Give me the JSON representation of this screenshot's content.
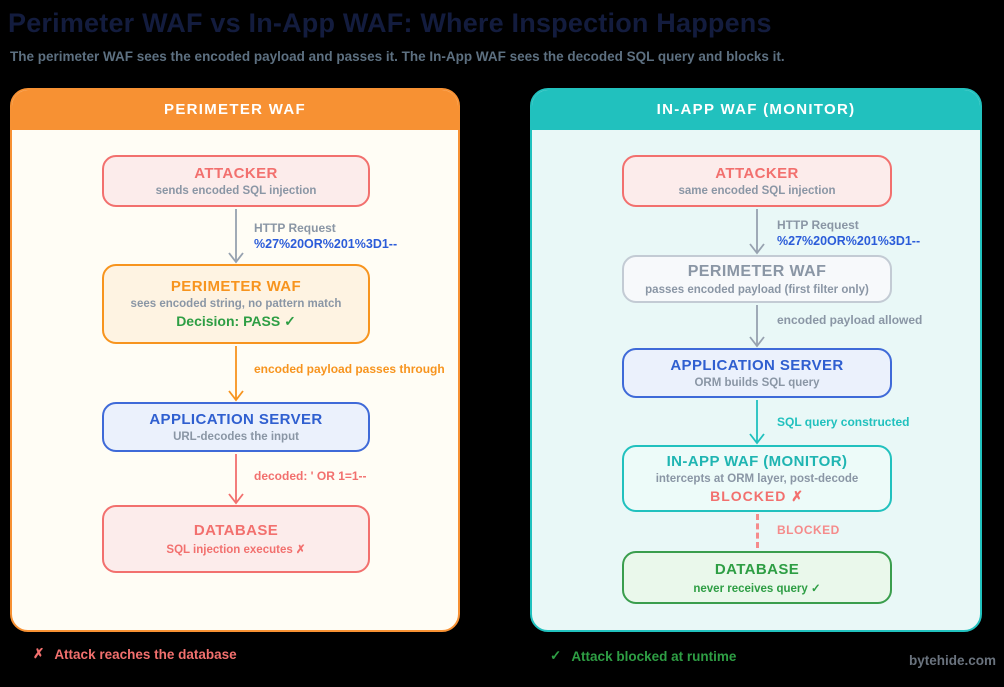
{
  "page": {
    "title": "Perimeter WAF vs In-App WAF: Where Inspection Happens",
    "subtitle": "The perimeter WAF sees the encoded payload and passes it. The In-App WAF sees the decoded SQL query and blocks it.",
    "brand": "bytehide.com"
  },
  "colors": {
    "background": "#000000",
    "orange_accent": "#f79133",
    "teal_accent": "#21c1be",
    "coral_red": "#f2706e",
    "blue": "#2f5fd0",
    "green": "#2e9e44",
    "gray_text": "#8a96a5",
    "payload_blue": "#2b5cd9"
  },
  "left_panel": {
    "header": "PERIMETER WAF",
    "nodes": [
      {
        "title": "ATTACKER",
        "subtitle": "sends encoded SQL injection"
      },
      {
        "title": "PERIMETER WAF",
        "subtitle": "sees encoded string, no pattern match",
        "decision": "Decision: PASS ✓"
      },
      {
        "title": "APPLICATION SERVER",
        "subtitle": "URL-decodes the input"
      },
      {
        "title": "DATABASE",
        "subtitle": "SQL injection executes  ✗"
      }
    ],
    "edges": [
      {
        "line1": "HTTP Request",
        "line2": "%27%20OR%201%3D1--"
      },
      {
        "label": "encoded payload passes through"
      },
      {
        "label": "decoded: ' OR 1=1--"
      }
    ],
    "footer": {
      "icon": "✗",
      "text": "Attack reaches the database"
    }
  },
  "right_panel": {
    "header": "IN-APP WAF (MONITOR)",
    "nodes": [
      {
        "title": "ATTACKER",
        "subtitle": "same encoded SQL injection"
      },
      {
        "title": "PERIMETER WAF",
        "subtitle": "passes encoded payload (first filter only)"
      },
      {
        "title": "APPLICATION SERVER",
        "subtitle": "ORM builds SQL query"
      },
      {
        "title": "IN-APP WAF (MONITOR)",
        "subtitle": "intercepts at ORM layer, post-decode",
        "decision": "BLOCKED  ✗"
      },
      {
        "title": "DATABASE",
        "subtitle": "never receives query  ✓"
      }
    ],
    "edges": [
      {
        "line1": "HTTP Request",
        "line2": "%27%20OR%201%3D1--"
      },
      {
        "label": "encoded payload allowed"
      },
      {
        "label": "SQL query constructed"
      },
      {
        "label": "BLOCKED"
      }
    ],
    "footer": {
      "icon": "✓",
      "text": "Attack blocked at runtime"
    }
  }
}
